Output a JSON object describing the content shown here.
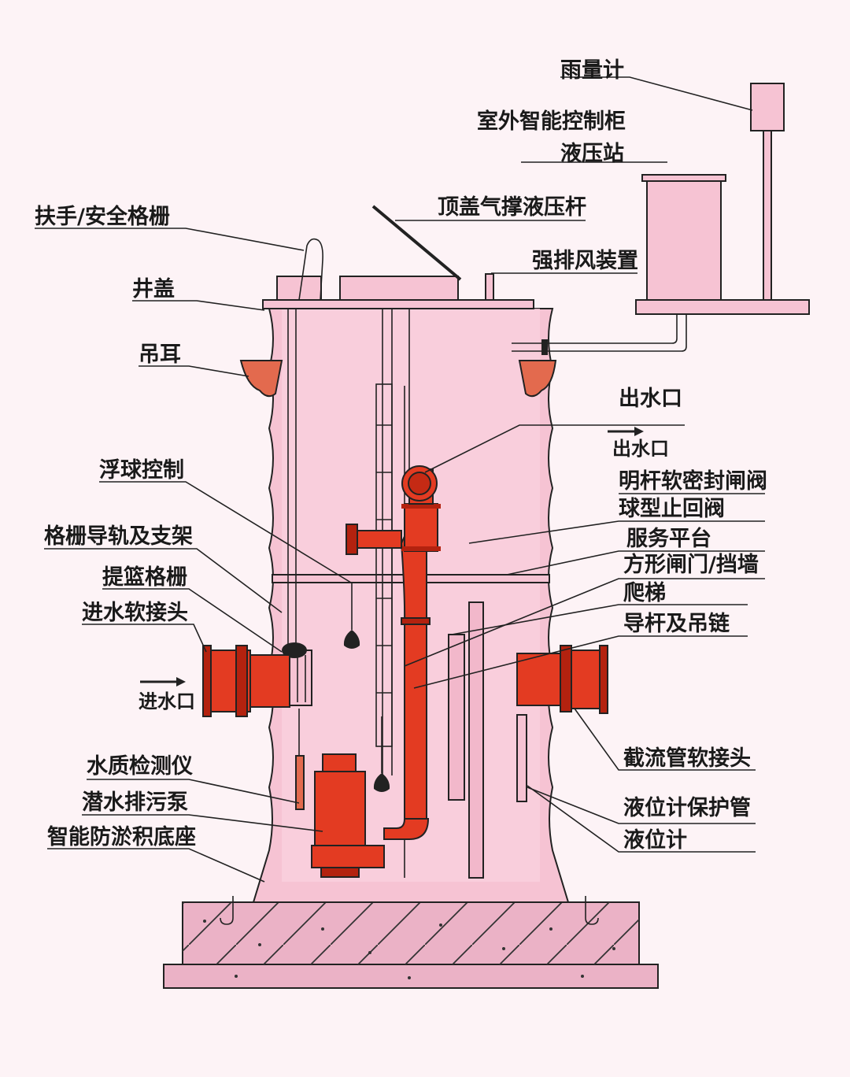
{
  "labels": {
    "rain_gauge": "雨量计",
    "control_cabinet": "室外智能控制柜",
    "hydraulic_station": "液压站",
    "lid_gas_strut": "顶盖气撑液压杆",
    "handrail_grille": "扶手/安全格栅",
    "forced_ventilation": "强排风装置",
    "well_cover": "井盖",
    "lifting_lug": "吊耳",
    "outlet_label": "出水口",
    "outlet_arrow_label": "出水口",
    "float_control": "浮球控制",
    "gate_valve": "明杆软密封闸阀",
    "check_valve": "球型止回阀",
    "grille_rail": "格栅导轨及支架",
    "service_platform": "服务平台",
    "square_gate": "方形闸门/挡墙",
    "basket_grille": "提篮格栅",
    "ladder": "爬梯",
    "inlet_flex_joint": "进水软接头",
    "guide_rod_chain": "导杆及吊链",
    "inlet_label": "进水口",
    "intercept_flex_joint": "截流管软接头",
    "water_quality_meter": "水质检测仪",
    "sewage_pump": "潜水排污泵",
    "level_gauge_pipe": "液位计保护管",
    "anti_silt_base": "智能防淤积底座",
    "level_gauge": "液位计"
  },
  "colors": {
    "background": "#fdf3f6",
    "tank_body": "#f6c3d3",
    "tank_interior": "#f9d2df",
    "concrete": "#ebb2c6",
    "pump_red": "#e33b22",
    "pump_dark": "#b3220f",
    "line": "#222222"
  }
}
